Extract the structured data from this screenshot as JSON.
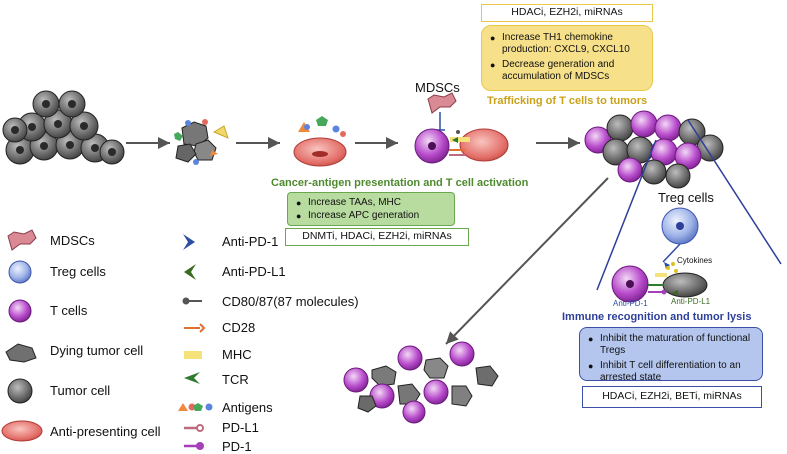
{
  "drug_boxes": {
    "trafficking": "HDACi, EZH2i, miRNAs",
    "antigen": "DNMTi, HDACi, EZH2i, miRNAs",
    "immune": "HDACi, EZH2i, BETi, miRNAs"
  },
  "bullets": {
    "trafficking": [
      "Increase TH1 chemokine production: CXCL9, CXCL10",
      "Decrease generation and accumulation of MDSCs"
    ],
    "antigen": [
      "Increase TAAs, MHC",
      "Increase APC generation"
    ],
    "immune": [
      "Inhibit the maturation of functional Tregs",
      "Inhibit T cell differentiation to an arrested state"
    ]
  },
  "headers": {
    "trafficking": "Trafficking of T cells to tumors",
    "antigen": "Cancer-antigen presentation and T cell activation",
    "immune": "Immune recognition and tumor lysis"
  },
  "labels": {
    "mdscs": "MDSCs",
    "treg": "Treg cells",
    "cytokines": "Cytokines",
    "anti_pd1": "Anti-PD-1",
    "anti_pdl1": "Anti-PD-L1"
  },
  "legend_left": [
    "MDSCs",
    "Treg cells",
    "T cells",
    "Dying tumor cell",
    "Tumor cell",
    "Anti-presenting cell"
  ],
  "legend_right": [
    "Anti-PD-1",
    "Anti-PD-L1",
    "CD80/87(87 molecules)",
    "CD28",
    "MHC",
    "TCR",
    "Antigens",
    "PD-L1",
    "PD-1"
  ],
  "colors": {
    "trafficking_fill": "#f7e08a",
    "trafficking_border": "#e8c84a",
    "trafficking_header": "#c9a21a",
    "antigen_fill": "#b8dba0",
    "antigen_border": "#6aa84f",
    "antigen_header": "#4e8a2e",
    "immune_fill": "#b4c6ee",
    "immune_border": "#3b4fa8",
    "immune_header": "#2e3f99",
    "tcell": "#a43fb8",
    "tumor": "#6b6b6b",
    "apc": "#e8706c",
    "treg": "#8fa8e0",
    "mdsc": "#d98a94",
    "anti_pd1": "#2e4ea6",
    "anti_pdl1": "#3b6a22",
    "cd28": "#e07030",
    "mhc": "#f5e27a",
    "tcr": "#2e7a2e"
  }
}
